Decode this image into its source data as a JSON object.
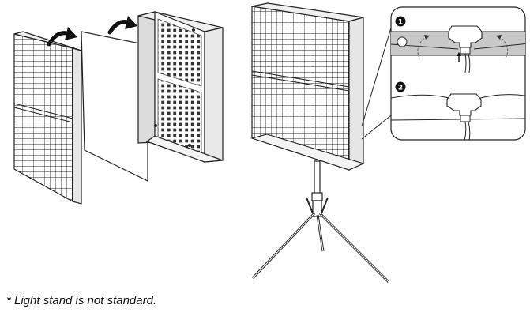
{
  "footnote": "* Light stand is not standard.",
  "detail_steps": [
    {
      "label": "1"
    },
    {
      "label": "2"
    }
  ],
  "colors": {
    "line": "#222222",
    "panel_fill": "#ffffff",
    "side_shade": "#e6e6e6",
    "track_band": "#c8c8c8",
    "badge": "#111111"
  },
  "icons": [
    "curved-arrow-icon",
    "upward-arrow-icon"
  ]
}
